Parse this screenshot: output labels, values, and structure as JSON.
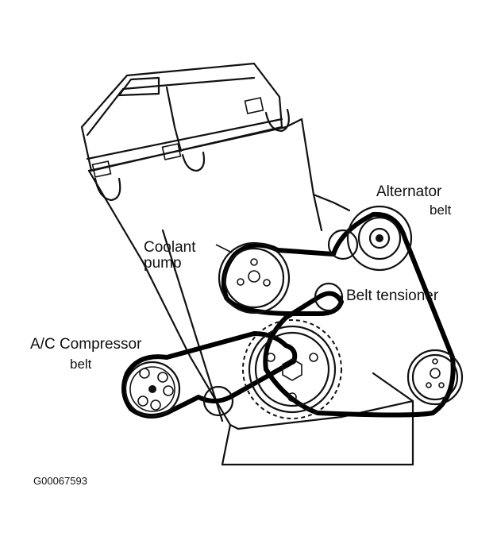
{
  "labels": {
    "alternator_line1": "Alternator",
    "alternator_line2": "belt",
    "coolant_line1": "Coolant",
    "coolant_line2": "pump",
    "belt_tensioner": "Belt tensioner",
    "ac_line1": "A/C Compressor",
    "ac_line2": "belt",
    "figure_id": "G00067593"
  }
}
